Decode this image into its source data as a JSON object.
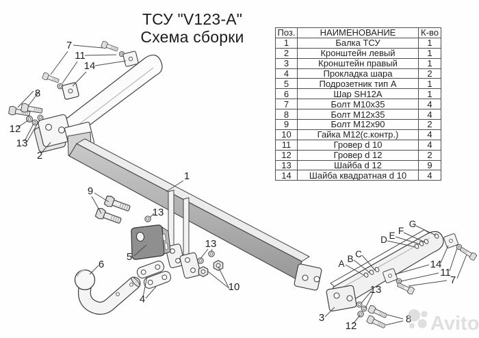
{
  "title": {
    "line1": "ТСУ \"V123-A\"",
    "line2": "Схема сборки"
  },
  "parts_table": {
    "headers": [
      "Поз.",
      "НАИМЕНОВАНИЕ",
      "К-во"
    ],
    "rows": [
      [
        "1",
        "Балка ТСУ",
        "1"
      ],
      [
        "2",
        "Кронштейн левый",
        "1"
      ],
      [
        "3",
        "Кронштейн правый",
        "1"
      ],
      [
        "4",
        "Прокладка шара",
        "2"
      ],
      [
        "5",
        "Подрозетник тип А",
        "1"
      ],
      [
        "6",
        "Шар SH12A",
        "1"
      ],
      [
        "7",
        "Болт М10х35",
        "4"
      ],
      [
        "8",
        "Болт М12х35",
        "4"
      ],
      [
        "9",
        "Болт М12х90",
        "2"
      ],
      [
        "10",
        "Гайка М12(с.контр.)",
        "4"
      ],
      [
        "11",
        "Гровер d 10",
        "4"
      ],
      [
        "12",
        "Гровер d 12",
        "2"
      ],
      [
        "13",
        "Шайба d 12",
        "9"
      ],
      [
        "14",
        "Шайба квадратная d 10",
        "4"
      ]
    ]
  },
  "diagram": {
    "callouts": {
      "l7": "7",
      "l11": "11",
      "l14": "14",
      "l8": "8",
      "l12": "12",
      "l13": "13",
      "l2": "2",
      "c1": "1",
      "c9": "9",
      "c13a": "13",
      "c5": "5",
      "c6": "6",
      "c4": "4",
      "c13b": "13",
      "c10": "10",
      "r3": "3",
      "r14": "14",
      "r11": "11",
      "r7": "7",
      "r13": "13",
      "r12": "12",
      "r8": "8",
      "holes": [
        "A",
        "B",
        "C",
        "D",
        "E",
        "F",
        "G"
      ]
    }
  },
  "watermark": {
    "brand": "Avito"
  },
  "colors": {
    "line": "#3f3f3f",
    "beam_gray": "#b5b5b5",
    "socket_plate_gray": "#8f8f8f",
    "watermark_gray": "#c6c6c6",
    "text": "#1d1d1d"
  }
}
